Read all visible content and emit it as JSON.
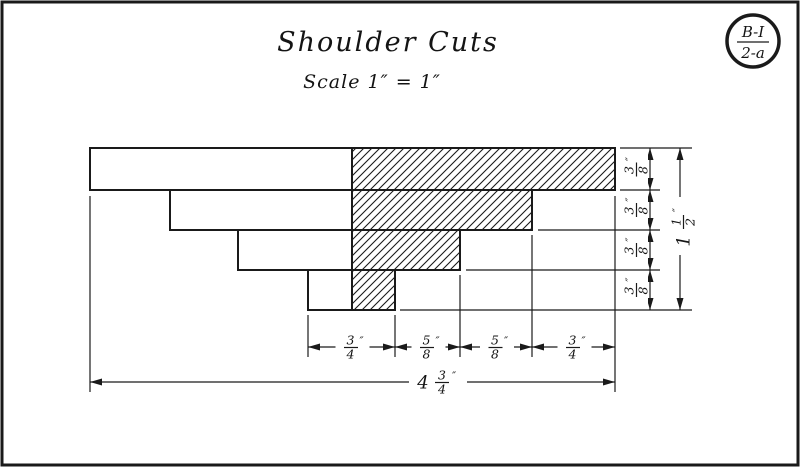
{
  "sheet": {
    "title": "Shoulder Cuts",
    "scale": "Scale 1″ = 1″",
    "ink_color": "#1a1a1a",
    "paper_color": "#ffffff"
  },
  "badge": {
    "top": "B-I",
    "bottom": "2-a"
  },
  "dims": {
    "bottom": [
      {
        "num": "3",
        "den": "4",
        "unit": "″"
      },
      {
        "num": "5",
        "den": "8",
        "unit": "″"
      },
      {
        "num": "5",
        "den": "8",
        "unit": "″"
      },
      {
        "num": "3",
        "den": "4",
        "unit": "″"
      }
    ],
    "bottom_overall": {
      "whole": "4",
      "num": "3",
      "den": "4",
      "unit": "″"
    },
    "right": [
      {
        "num": "3",
        "den": "8",
        "unit": "″"
      },
      {
        "num": "3",
        "den": "8",
        "unit": "″"
      },
      {
        "num": "3",
        "den": "8",
        "unit": "″"
      },
      {
        "num": "3",
        "den": "8",
        "unit": "″"
      }
    ],
    "right_overall": {
      "whole": "1",
      "num": "1",
      "den": "2",
      "unit": "″"
    }
  }
}
